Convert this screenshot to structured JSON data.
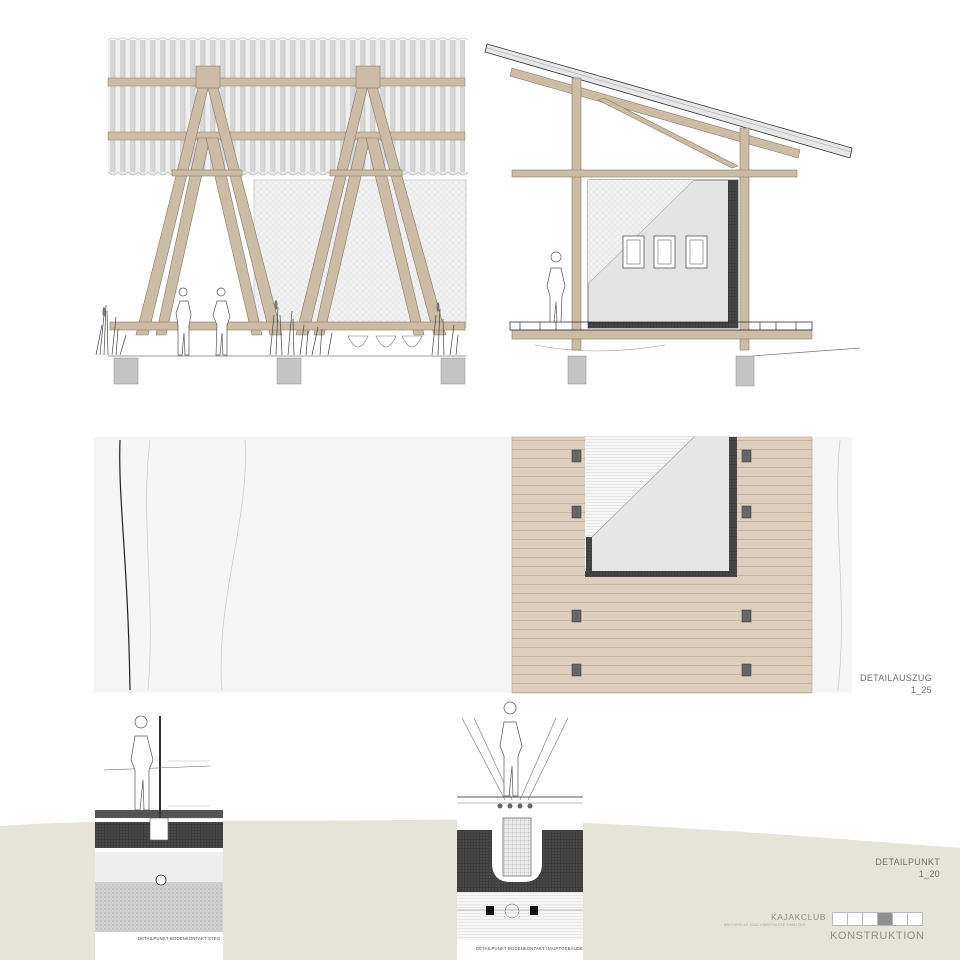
{
  "labels": {
    "detailauszug": "DETAILAUSZUG",
    "detailauszug_scale": "1_25",
    "detailpunkt": "DETAILPUNKT",
    "detailpunkt_scale": "1_20",
    "caption_steg": "DETAILPUNKT BODENKONTAKT STEG",
    "caption_haupt": "DETAILPUNKT BODENKONTAKT HAUPTGEBÄUDE"
  },
  "title_block": {
    "project": "KAJAKCLUB",
    "subtitle": "ARCHIVELLE  JOACHIMSTRASSE 5/MATZKY",
    "sheet": "KONSTRUKTION",
    "active_cell": 3
  },
  "colors": {
    "timber": "#cbbca6",
    "timber_edge": "#8c7a63",
    "ground": "#e6e3d9",
    "wall": "#e4e4e4",
    "roof": "#dedede",
    "concrete": "#bfbfbf",
    "deck": "#d8cdbd"
  }
}
